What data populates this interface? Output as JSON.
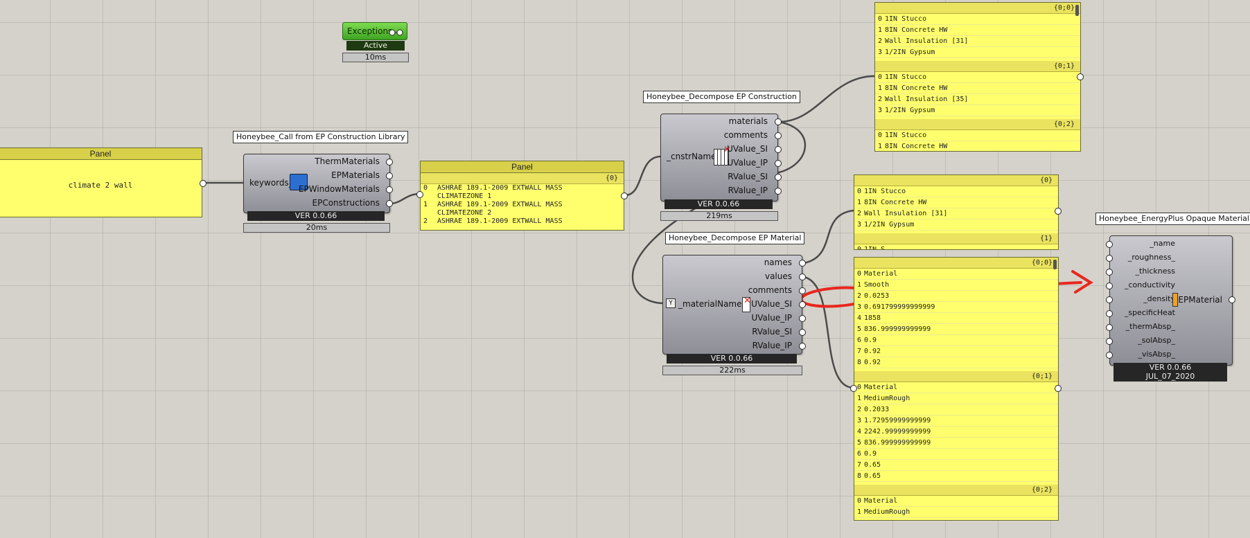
{
  "exceptions": {
    "label": "Exceptions",
    "status": "Active",
    "time": "10ms"
  },
  "panel_input": {
    "header": "Panel",
    "text": "climate 2 wall"
  },
  "call_lib": {
    "title": "Honeybee_Call from EP Construction Library",
    "input": "keywords_",
    "outputs": [
      "ThermMaterials",
      "EPMaterials",
      "EPWindowMaterials",
      "EPConstructions"
    ],
    "version": "VER 0.0.66",
    "time": "20ms"
  },
  "panel_constructions": {
    "header": "Panel",
    "path": "{0}",
    "rows": [
      {
        "idx": "0",
        "text": "ASHRAE 189.1-2009 EXTWALL MASS"
      },
      {
        "idx": "",
        "text": "CLIMATEZONE 1"
      },
      {
        "idx": "1",
        "text": "ASHRAE 189.1-2009 EXTWALL MASS"
      },
      {
        "idx": "",
        "text": "CLIMATEZONE 2"
      },
      {
        "idx": "2",
        "text": "ASHRAE 189.1-2009 EXTWALL MASS"
      }
    ]
  },
  "decompose_construction": {
    "title": "Honeybee_Decompose EP Construction",
    "input": "_cnstrName",
    "outputs": [
      "materials",
      "comments",
      "UValue_SI",
      "UValue_IP",
      "RValue_SI",
      "RValue_IP"
    ],
    "version": "VER 0.0.66",
    "time": "219ms"
  },
  "panel_materials_tree": {
    "groups": [
      {
        "path": "{0;0}",
        "rows": [
          "1IN Stucco",
          "8IN Concrete HW",
          "Wall Insulation [31]",
          "1/2IN Gypsum"
        ]
      },
      {
        "path": "{0;1}",
        "rows": [
          "1IN Stucco",
          "8IN Concrete HW",
          "Wall Insulation [35]",
          "1/2IN Gypsum"
        ]
      },
      {
        "path": "{0;2}",
        "rows": [
          "1IN Stucco",
          "8IN Concrete HW"
        ]
      }
    ]
  },
  "panel_names": {
    "groups": [
      {
        "path": "{0}",
        "rows": [
          "1IN Stucco",
          "8IN Concrete HW",
          "Wall Insulation [31]",
          "1/2IN Gypsum"
        ]
      },
      {
        "path": "{1}",
        "rows": [
          "1IN S..."
        ]
      }
    ]
  },
  "decompose_material": {
    "title": "Honeybee_Decompose EP Material",
    "input": "_materialName",
    "outputs": [
      "names",
      "values",
      "comments",
      "UValue_SI",
      "UValue_IP",
      "RValue_SI",
      "RValue_IP"
    ],
    "version": "VER 0.0.66",
    "time": "222ms"
  },
  "panel_values": {
    "groups": [
      {
        "path": "{0;0}",
        "rows": [
          "Material",
          "Smooth",
          "0.0253",
          "0.691799999999999",
          "1858",
          "836.999999999999",
          "0.9",
          "0.92",
          "0.92"
        ]
      },
      {
        "path": "{0;1}",
        "rows": [
          "Material",
          "MediumRough",
          "0.2033",
          "1.72959999999999",
          "2242.99999999999",
          "836.999999999999",
          "0.9",
          "0.65",
          "0.65"
        ]
      },
      {
        "path": "{0;2}",
        "rows": [
          "Material",
          "MediumRough"
        ]
      }
    ]
  },
  "opaque_material": {
    "title": "Honeybee_EnergyPlus Opaque Material",
    "inputs": [
      "_name",
      "_roughness_",
      "_thickness",
      "_conductivity",
      "_density",
      "_specificHeat",
      "_thermAbsp_",
      "_solAbsp_",
      "_visAbsp_"
    ],
    "output": "EPMaterial",
    "version": "VER 0.0.66",
    "date": "JUL_07_2020"
  },
  "colors": {
    "panel": "#ffff6e",
    "annotation": "#e8271e",
    "wire": "#4a4a4a",
    "exceptions": "#4fbf2e"
  }
}
